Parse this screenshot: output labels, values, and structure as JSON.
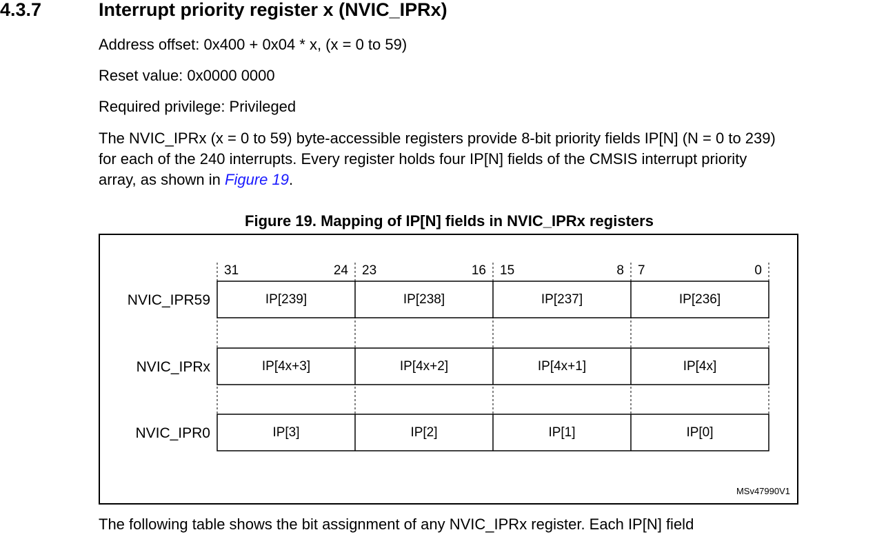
{
  "section": {
    "number": "4.3.7",
    "title": "Interrupt priority register x (NVIC_IPRx)"
  },
  "meta": {
    "address_offset": "Address offset: 0x400 + 0x04 * x, (x = 0 to 59)",
    "reset_value": "Reset value: 0x0000 0000",
    "privilege": "Required privilege: Privileged"
  },
  "description": {
    "before_link": "The NVIC_IPRx (x = 0 to 59) byte-accessible registers provide 8-bit priority fields IP[N] (N = 0 to 239) for each of the 240 interrupts. Every register holds four IP[N] fields of the CMSIS interrupt priority array, as shown in ",
    "link": "Figure 19",
    "after_link": "."
  },
  "figure": {
    "caption": "Figure 19. Mapping of IP[N] fields in NVIC_IPRx registers",
    "bit_labels": [
      {
        "high": "31",
        "low": "24"
      },
      {
        "high": "23",
        "low": "16"
      },
      {
        "high": "15",
        "low": "8"
      },
      {
        "high": "7",
        "low": "0"
      }
    ],
    "registers": [
      {
        "name": "NVIC_IPR59",
        "fields": [
          "IP[239]",
          "IP[238]",
          "IP[237]",
          "IP[236]"
        ]
      },
      {
        "name": "NVIC_IPRx",
        "fields": [
          "IP[4x+3]",
          "IP[4x+2]",
          "IP[4x+1]",
          "IP[4x]"
        ]
      },
      {
        "name": "NVIC_IPR0",
        "fields": [
          "IP[3]",
          "IP[2]",
          "IP[1]",
          "IP[0]"
        ]
      }
    ],
    "reference_id": "MSv47990V1"
  },
  "footer_text": "The following table shows the bit assignment of any NVIC_IPRx register. Each IP[N] field",
  "colors": {
    "link": "#1a1aff",
    "text": "#000000",
    "background": "#ffffff"
  }
}
